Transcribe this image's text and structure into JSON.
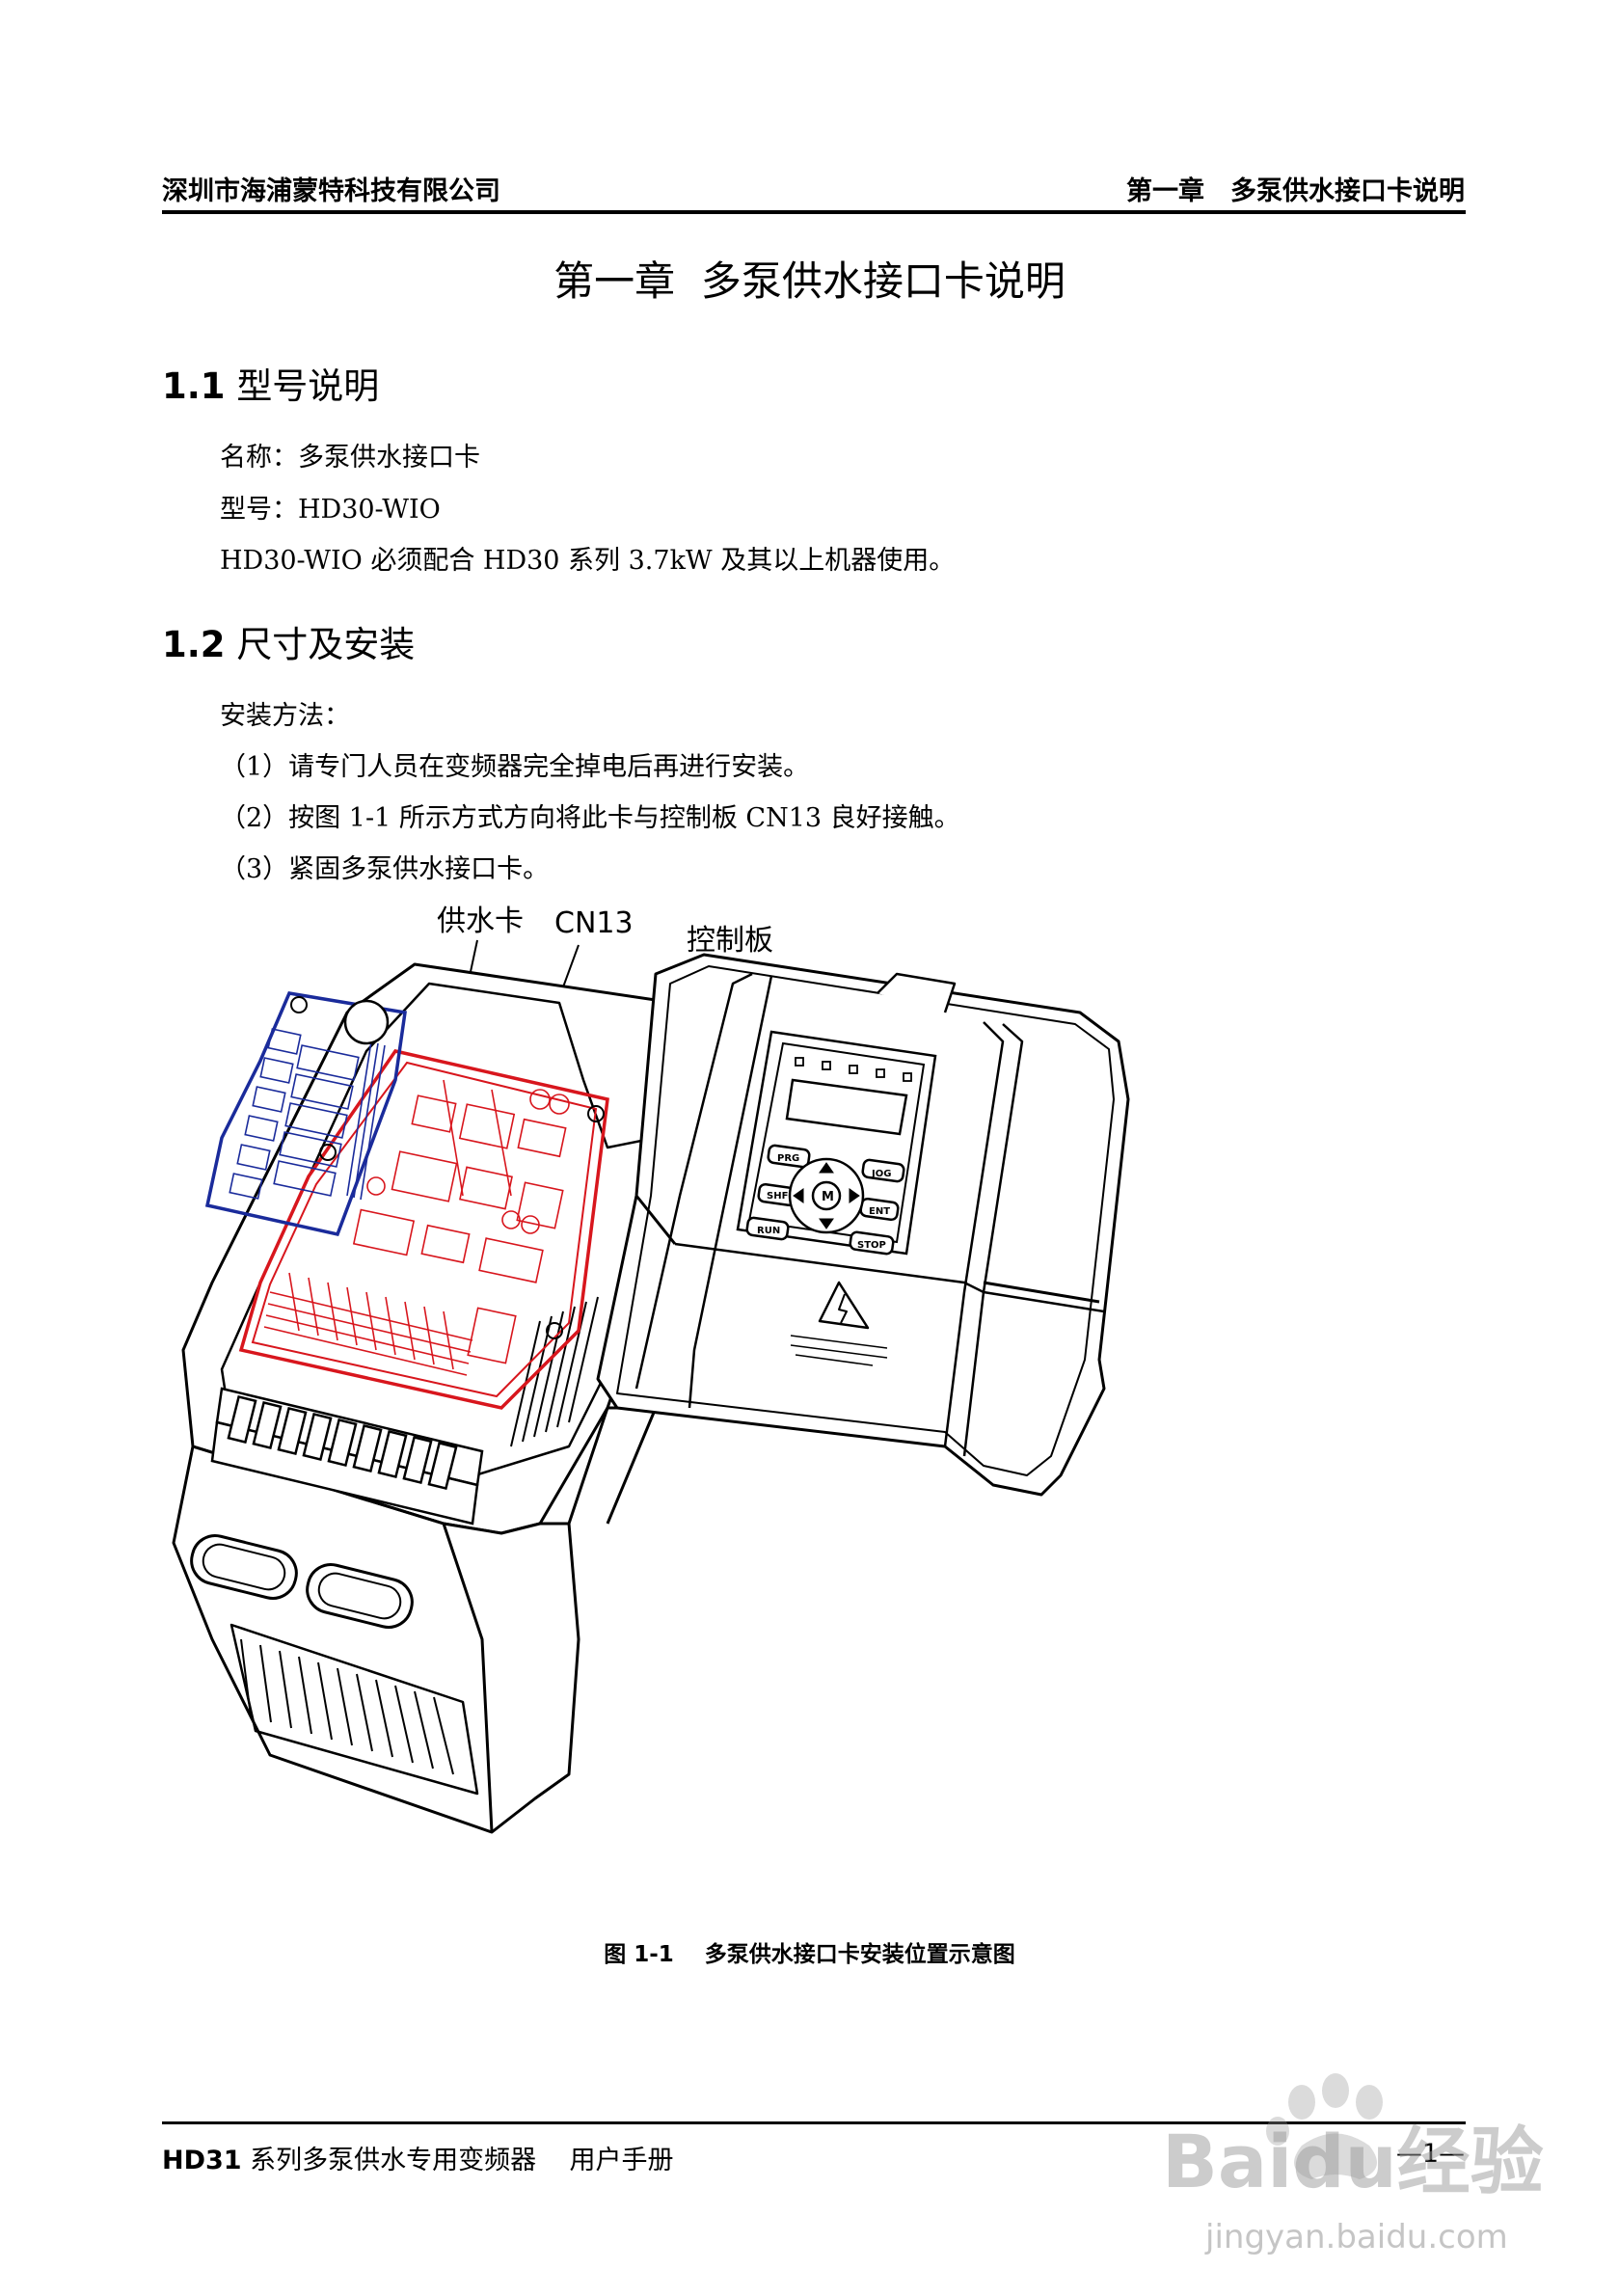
{
  "header": {
    "company": "深圳市海浦蒙特科技有限公司",
    "chapter": "第一章　多泵供水接口卡说明"
  },
  "chapter_title": "第一章  多泵供水接口卡说明",
  "section1": {
    "number": "1.1",
    "title": "型号说明",
    "lines": [
      "名称：多泵供水接口卡",
      "型号：HD30-WIO",
      "HD30-WIO 必须配合 HD30 系列 3.7kW 及其以上机器使用。"
    ]
  },
  "section2": {
    "number": "1.2",
    "title": "尺寸及安装",
    "lines": [
      "安装方法：",
      "（1）请专门人员在变频器完全掉电后再进行安装。",
      "（2）按图 1-1 所示方式方向将此卡与控制板 CN13 良好接触。",
      "（3）紧固多泵供水接口卡。"
    ]
  },
  "figure": {
    "labels": {
      "card": "供水卡",
      "connector": "CN13",
      "board": "控制板"
    },
    "keypad": {
      "prg": "PRG",
      "jog": "JOG",
      "shf": "SHF",
      "ent": "ENT",
      "run": "RUN",
      "stop": "STOP",
      "m": "M"
    },
    "colors": {
      "card": "#1a2b9b",
      "board": "#d8161d",
      "outline": "#000000"
    }
  },
  "caption": "图 1-1    多泵供水接口卡安装位置示意图",
  "footer": {
    "model": "HD31",
    "title": " 系列多泵供水专用变频器    用户手册",
    "page": "—1—"
  },
  "watermark": {
    "brand": "Baidu经验",
    "url": "jingyan.baidu.com"
  }
}
